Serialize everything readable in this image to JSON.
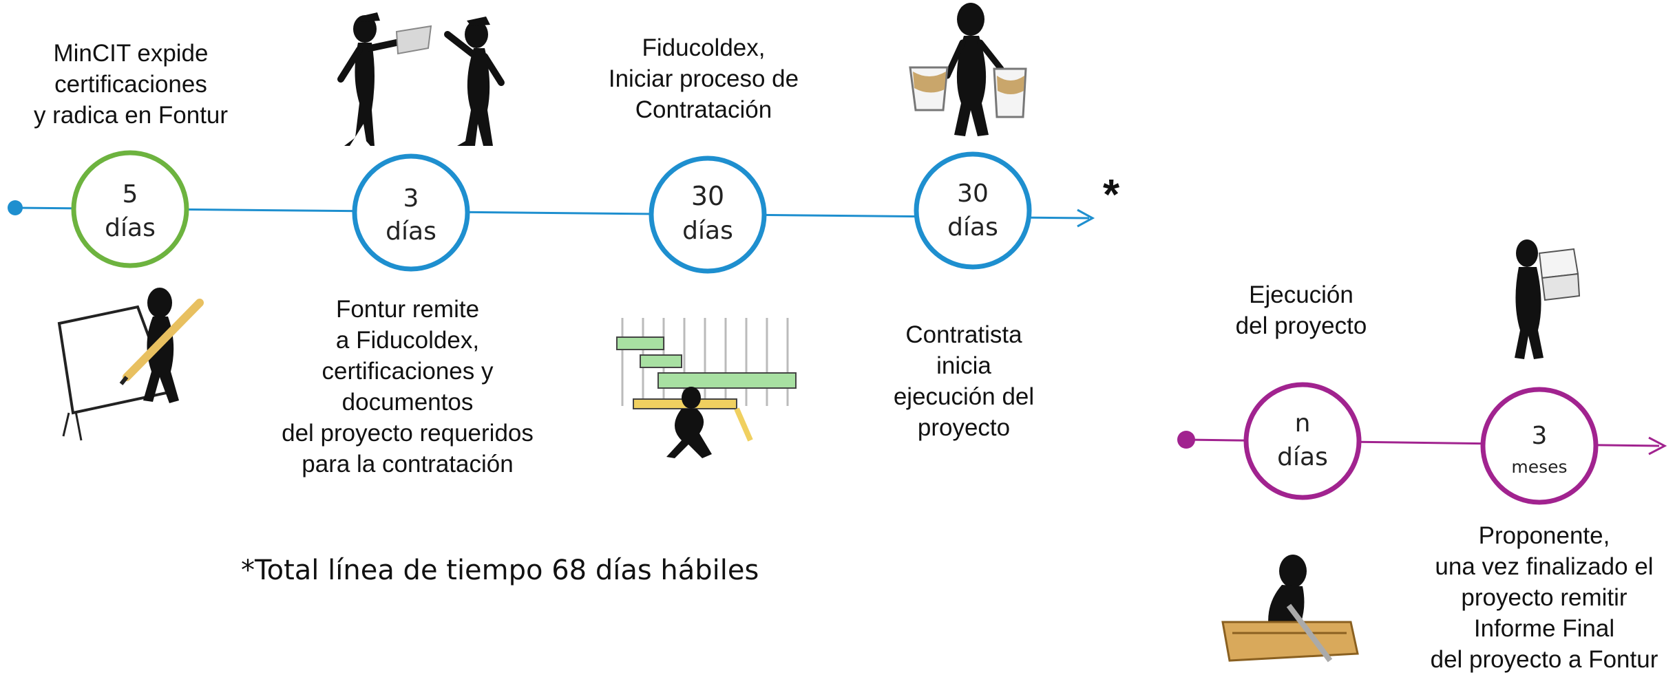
{
  "colors": {
    "timeline_blue": "#1e8fcf",
    "circle_green": "#6db33f",
    "timeline_purple": "#a1238f",
    "figure": "#111111",
    "sheet_green": "#a8e0a2",
    "paint": "#c9a66b"
  },
  "timeline1": {
    "asterisk": "*",
    "nodes": [
      {
        "number": "5",
        "unit": "días",
        "ring_color": "#6db33f",
        "caption": [
          "MinCIT expide",
          "certificaciones",
          "y radica en Fontur"
        ]
      },
      {
        "number": "3",
        "unit": "días",
        "ring_color": "#1e8fcf",
        "caption": [
          "Fontur remite",
          "a Fiducoldex,",
          "certificaciones y",
          "documentos",
          "del proyecto requeridos",
          "para la contratación"
        ]
      },
      {
        "number": "30",
        "unit": "días",
        "ring_color": "#1e8fcf",
        "caption": [
          "Fiducoldex,",
          "Iniciar proceso de",
          "Contratación"
        ]
      },
      {
        "number": "30",
        "unit": "días",
        "ring_color": "#1e8fcf",
        "caption": [
          "Contratista",
          "inicia",
          "ejecución del",
          "proyecto"
        ]
      }
    ]
  },
  "timeline2": {
    "nodes": [
      {
        "number": "n",
        "unit": "días",
        "ring_color": "#a1238f",
        "caption": [
          "Ejecución",
          "del proyecto"
        ]
      },
      {
        "number": "3",
        "unit": "meses",
        "ring_color": "#a1238f",
        "caption": [
          "Proponente,",
          "una vez finalizado el",
          "proyecto remitir",
          "Informe Final",
          "del proyecto a Fontur"
        ]
      }
    ]
  },
  "footnote": "*Total línea de tiempo 68 días hábiles",
  "icons": [
    "people-exchanging-papers-icon",
    "person-carrying-paint-buckets-icon",
    "person-writing-with-pencil-icon",
    "person-lifting-gantt-chart-icon",
    "person-carrying-boxes-icon",
    "person-sawing-wood-icon"
  ]
}
